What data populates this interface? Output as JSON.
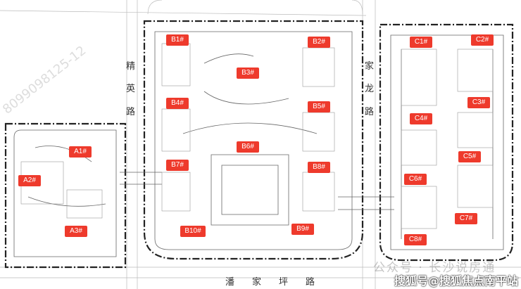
{
  "buildings": {
    "A": [
      "A1#",
      "A2#",
      "A3#"
    ],
    "B": [
      "B1#",
      "B2#",
      "B3#",
      "B4#",
      "B5#",
      "B6#",
      "B7#",
      "B8#",
      "B9#",
      "B10#"
    ],
    "C": [
      "C1#",
      "C2#",
      "C3#",
      "C4#",
      "C5#",
      "C6#",
      "C7#",
      "C8#"
    ]
  },
  "roads": {
    "west": [
      "精",
      "英",
      "路"
    ],
    "east": [
      "家",
      "龙",
      "路"
    ],
    "south": [
      "潘",
      "家",
      "坪",
      "路"
    ]
  },
  "watermarks": {
    "wechat": "公众号 · 长沙说房通",
    "sohu": "搜狐号@搜狐焦点南平站",
    "diagonal": "8099098125-12"
  },
  "colors": {
    "tag": "#ee3a2c",
    "line": "#222222"
  }
}
